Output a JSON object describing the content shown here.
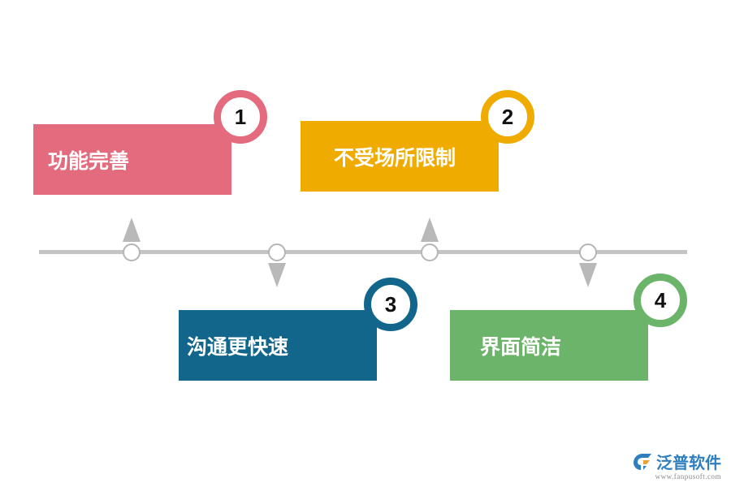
{
  "items": [
    {
      "number": "1",
      "label": "功能完善",
      "color": "#e36b7d"
    },
    {
      "number": "2",
      "label": "不受场所限制",
      "color": "#efab00"
    },
    {
      "number": "3",
      "label": "沟通更快速",
      "color": "#12668c"
    },
    {
      "number": "4",
      "label": "界面简洁",
      "color": "#6bb46a"
    }
  ],
  "logo": {
    "name": "泛普软件",
    "url": "www.fanpusoft.com",
    "icon": "fanpu-logo-icon"
  }
}
